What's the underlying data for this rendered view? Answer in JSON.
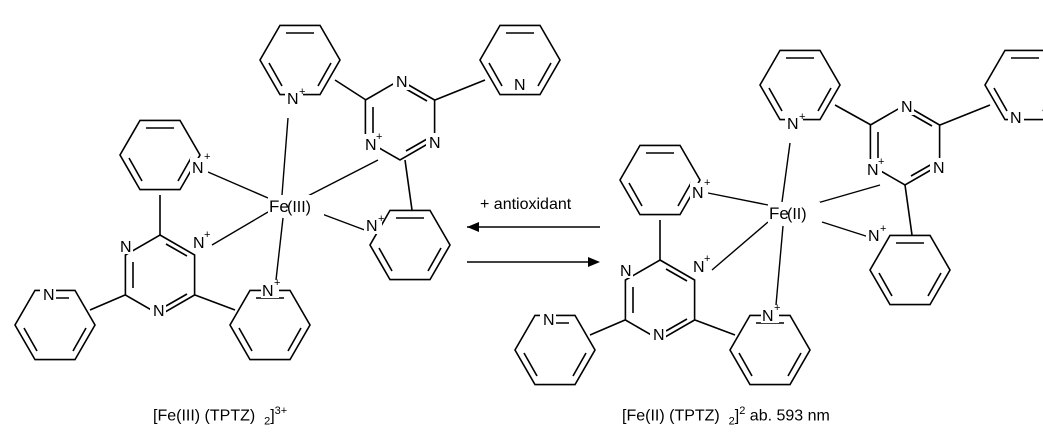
{
  "reaction": {
    "arrow_label": "+ antioxidant"
  },
  "left_complex": {
    "metal": "Fe",
    "oxidation": "(III)",
    "caption_main": "[Fe(III) (TPTZ)",
    "caption_sub": "2",
    "caption_bracket": "]",
    "caption_sup": "3+"
  },
  "right_complex": {
    "metal": "Fe",
    "oxidation": "(II)",
    "caption_main": "[Fe(II) (TPTZ)",
    "caption_sub": "2",
    "caption_bracket": "]",
    "caption_sup": "2",
    "caption_note": " ab. 593 nm"
  },
  "atoms": {
    "nitrogen": "N",
    "charge": "+"
  }
}
